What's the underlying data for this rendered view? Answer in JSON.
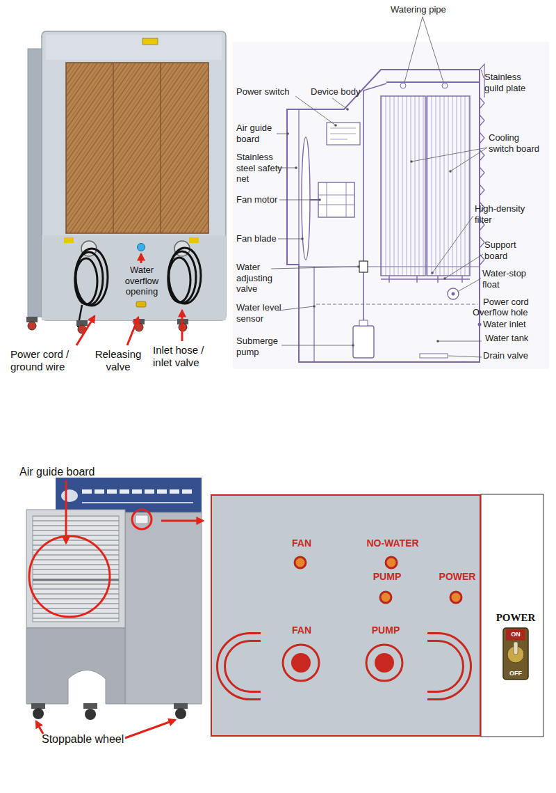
{
  "diagram": {
    "nodes": [
      {
        "text": [
          "FAN",
          "NO-WATER",
          "PUMP",
          "POWER",
          "FAN",
          "PUMP"
        ]
      }
    ],
    "labels": [
      "Water overflow opening",
      "Power cord / ground wire",
      "Releasing valve",
      "Inlet hose / inlet valve",
      "Watering pipe",
      "Stainless guild plate",
      "Power switch",
      "Device body",
      "Air guide board",
      "Stainless steel safety net",
      "Cooling switch board",
      "Fan motor",
      "High-density filter",
      "Fan blade",
      "Support board",
      "Water adjusting valve",
      "Water-stop float",
      "Power cord",
      "Overflow hole",
      "Water level sensor",
      "Water inlet",
      "Water tank",
      "Submerge pump",
      "Drain valve",
      "Air guide board",
      "Stoppable wheel",
      "POWER",
      "ON",
      "OFF"
    ]
  }
}
